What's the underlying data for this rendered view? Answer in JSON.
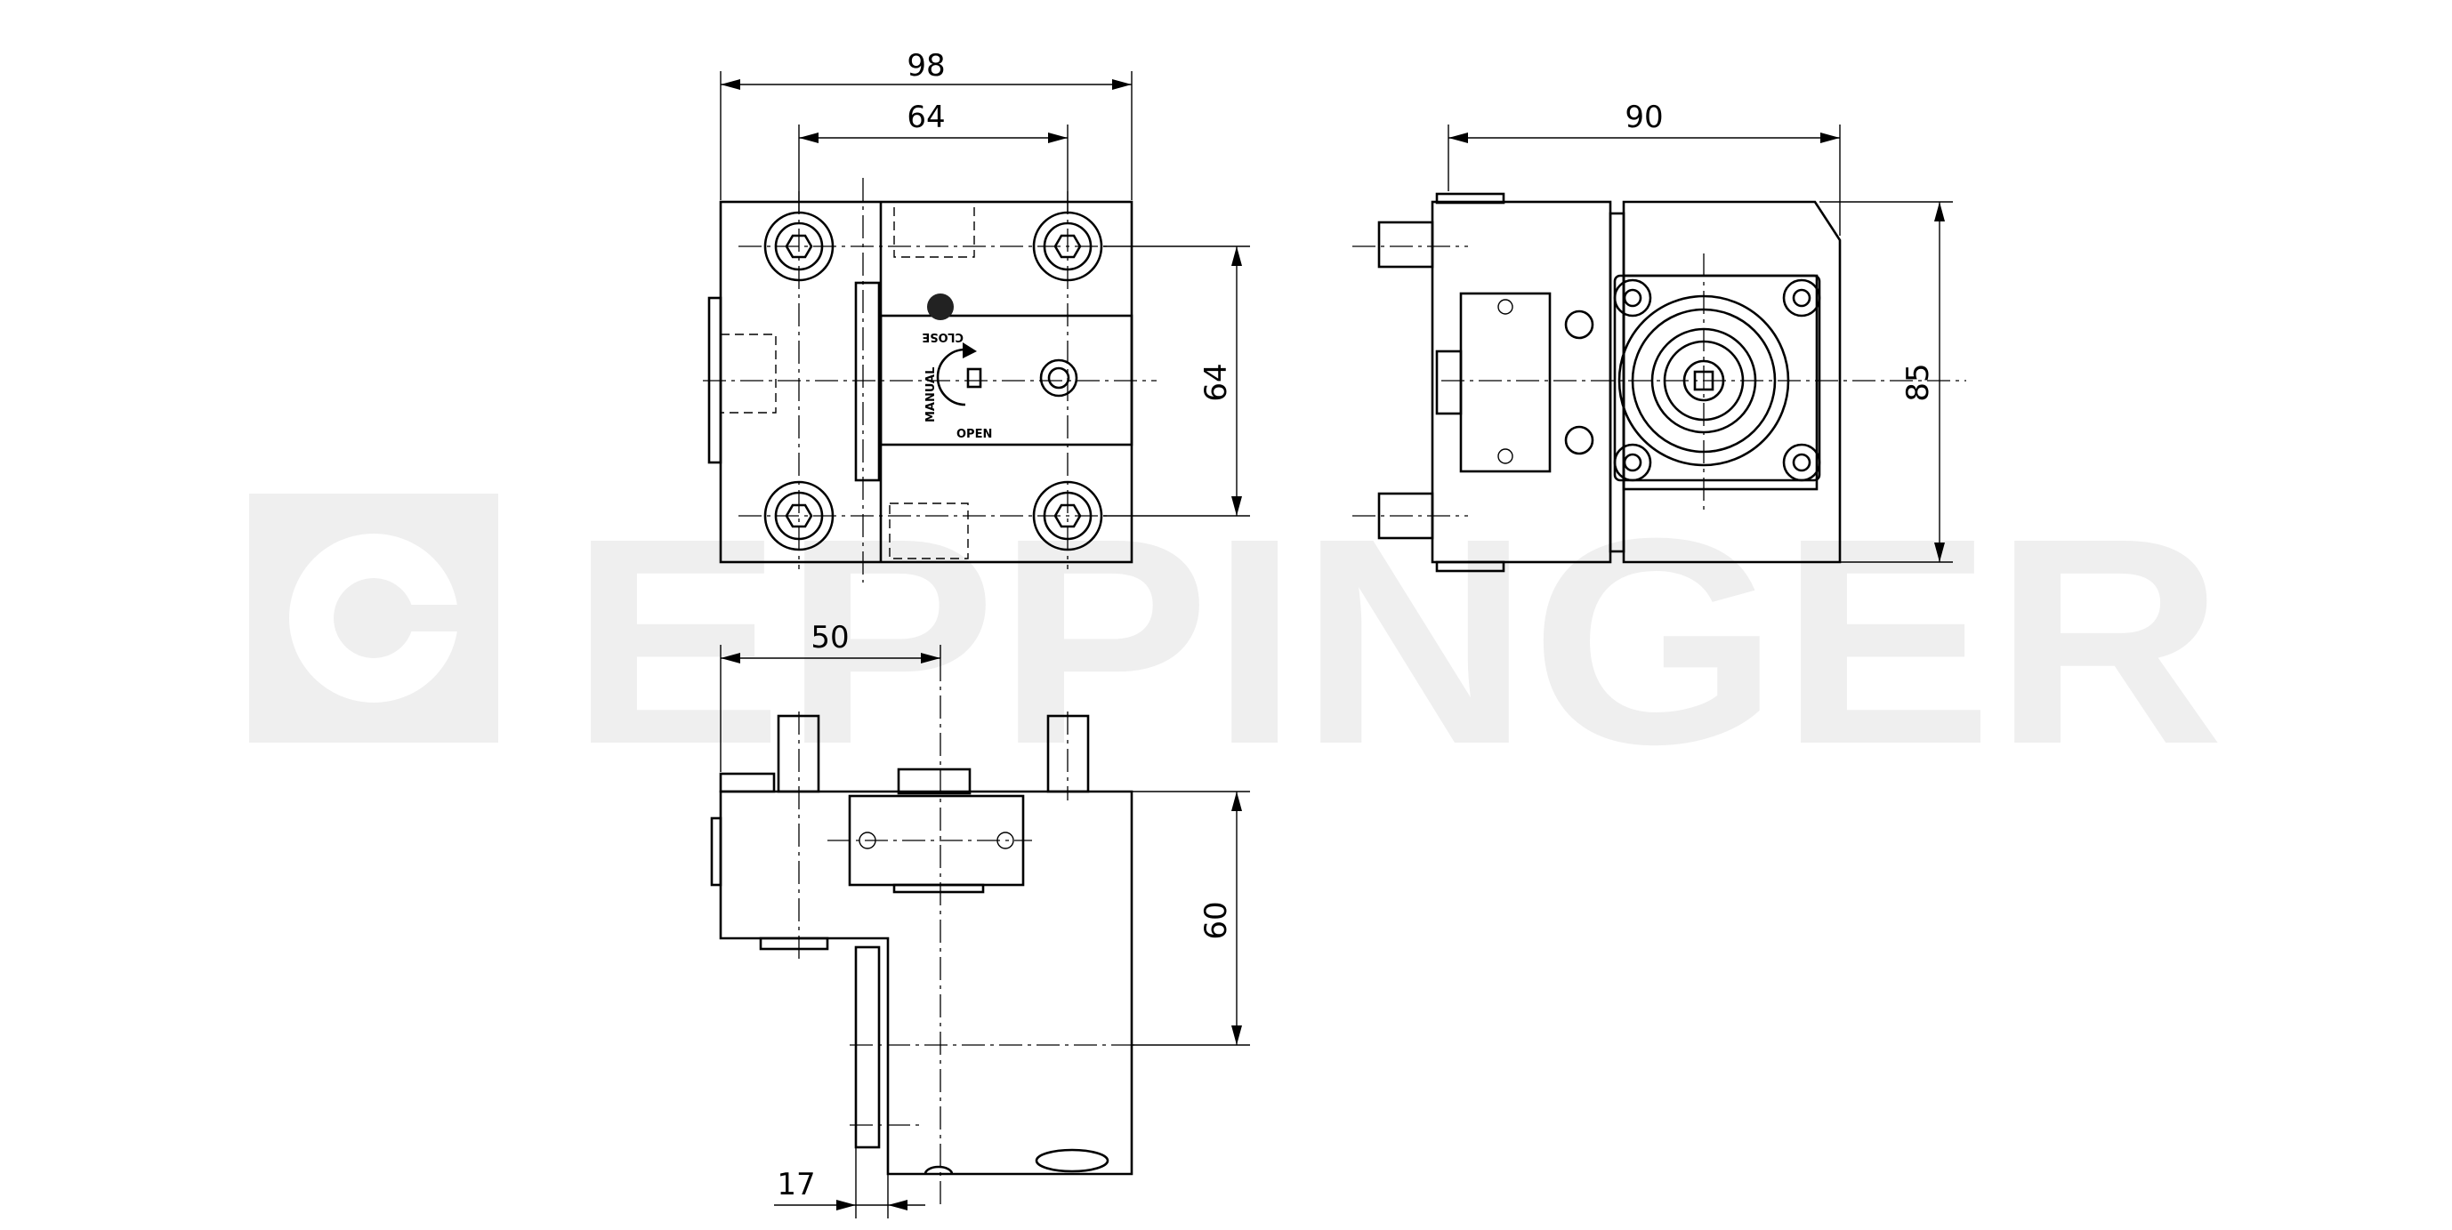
{
  "brand": {
    "watermark": "EPPINGER"
  },
  "front_view": {
    "dims": {
      "width_outer": "98",
      "width_bolt": "64",
      "height_bolt": "64"
    },
    "labels": {
      "close": "CLOSE",
      "open": "OPEN",
      "manual": "MANUAL"
    }
  },
  "side_view": {
    "dims": {
      "width": "90",
      "height": "85"
    }
  },
  "bottom_view": {
    "dims": {
      "width": "50",
      "height": "60",
      "offset": "17"
    }
  }
}
